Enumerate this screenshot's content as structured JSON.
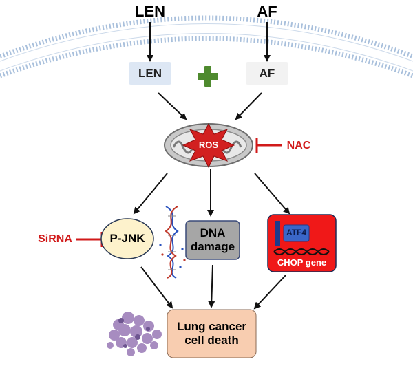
{
  "labels": {
    "len_top": "LEN",
    "af_top": "AF",
    "len_box": "LEN",
    "af_box": "AF",
    "ros": "ROS",
    "nac": "NAC",
    "sirna": "SiRNA",
    "pjnk": "P-JNK",
    "dna_damage": "DNA\ndamage",
    "atf4": "ATF4",
    "chop_gene": "CHOP gene",
    "cell_death": "Lung cancer\ncell death"
  },
  "colors": {
    "membrane": "#a9c0dc",
    "len_box_fill": "#dde7f4",
    "af_box_fill": "#f2f2f2",
    "plus_fill": "#4e8a2e",
    "mito_fill": "#c9c9c9",
    "ros_fill": "#d22020",
    "inhibitor": "#d11a1a",
    "pjnk_fill": "#fdf2cc",
    "dna_fill": "#a6a6a6",
    "chop_fill": "#f01818",
    "atf4_fill": "#3a66c8",
    "death_fill": "#f8cdb0",
    "tumor_fill": "#a78cc0"
  }
}
